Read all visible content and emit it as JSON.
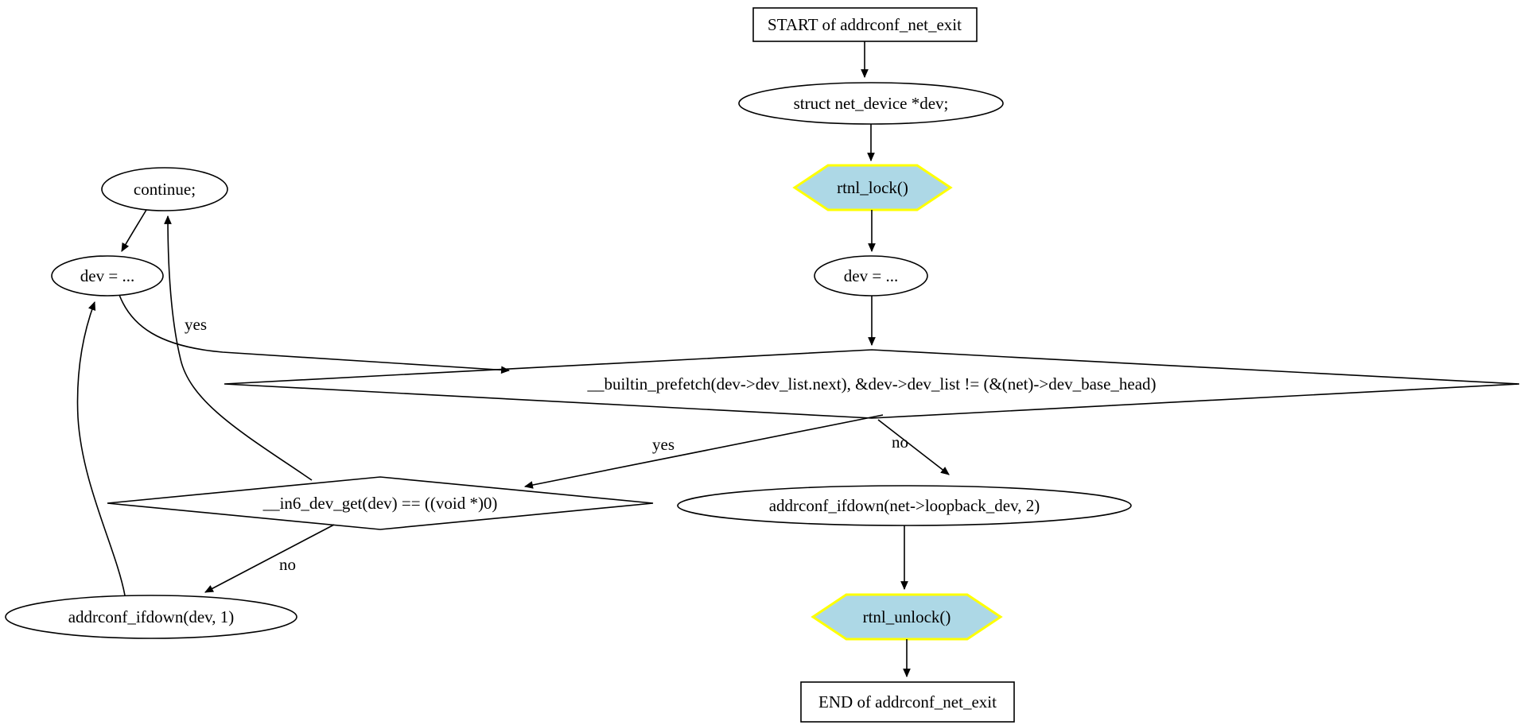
{
  "diagram": {
    "nodes": {
      "start": {
        "label": "START of addrconf_net_exit",
        "shape": "box"
      },
      "declare_dev": {
        "label": "struct net_device *dev;",
        "shape": "ellipse"
      },
      "rtnl_lock": {
        "label": "rtnl_lock()",
        "shape": "hexagon"
      },
      "dev_assign": {
        "label": "dev = ...",
        "shape": "ellipse"
      },
      "loop_condition": {
        "label": "__builtin_prefetch(dev->dev_list.next), &dev->dev_list != (&(net)->dev_base_head)",
        "shape": "diamond"
      },
      "in6_dev_check": {
        "label": "__in6_dev_get(dev) == ((void *)0)",
        "shape": "diamond"
      },
      "ifdown_loopback": {
        "label": "addrconf_ifdown(net->loopback_dev, 2)",
        "shape": "ellipse"
      },
      "rtnl_unlock": {
        "label": "rtnl_unlock()",
        "shape": "hexagon"
      },
      "end": {
        "label": "END of addrconf_net_exit",
        "shape": "box"
      },
      "continue_stmt": {
        "label": "continue;",
        "shape": "ellipse"
      },
      "dev_assign_loop": {
        "label": "dev = ...",
        "shape": "ellipse"
      },
      "ifdown_dev": {
        "label": "addrconf_ifdown(dev, 1)",
        "shape": "ellipse"
      }
    },
    "edge_labels": {
      "loop_yes": "yes",
      "loop_no": "no",
      "check_yes": "yes",
      "check_no": "no"
    },
    "colors": {
      "hexagon_fill": "#add8e6",
      "hexagon_stroke": "#ffff00",
      "node_stroke": "#000000",
      "edge_color": "#000000",
      "background": "#ffffff"
    }
  }
}
